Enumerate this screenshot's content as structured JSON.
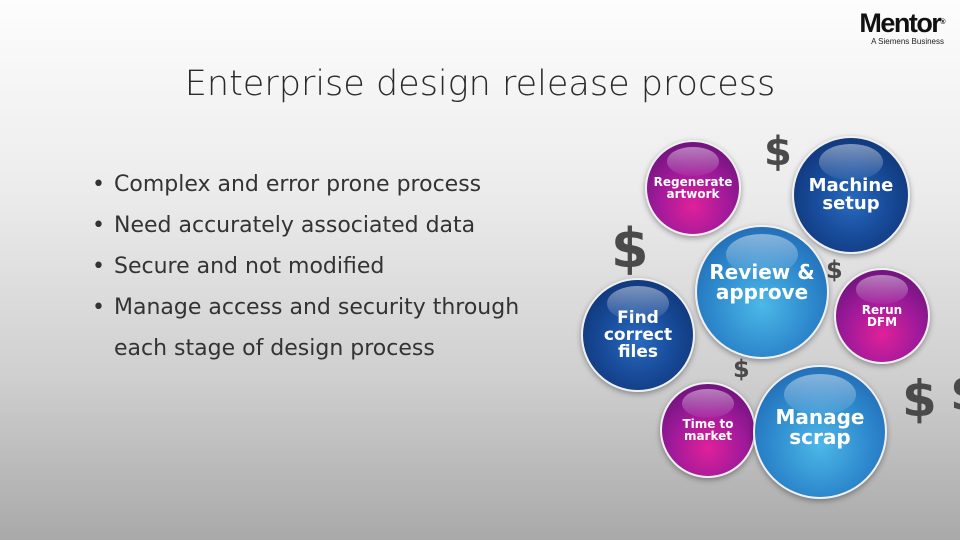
{
  "logo": {
    "brand": "Mentor",
    "registered": "®",
    "tagline": "A Siemens Business"
  },
  "title": "Enterprise design release process",
  "bullets": [
    "Complex and error prone process",
    "Need accurately associated data",
    "Secure and not modified",
    "Manage access and security through",
    "each stage of design process"
  ],
  "diagram": {
    "currency_symbol": "$",
    "bubbles": [
      {
        "label_lines": [
          "Regenerate",
          "artwork"
        ],
        "color": "purple"
      },
      {
        "label_lines": [
          "Machine",
          "setup"
        ],
        "color": "navy"
      },
      {
        "label_lines": [
          "Review &",
          "approve"
        ],
        "color": "sky"
      },
      {
        "label_lines": [
          "Find",
          "correct",
          "files"
        ],
        "color": "navy"
      },
      {
        "label_lines": [
          "Rerun",
          "DFM"
        ],
        "color": "purple"
      },
      {
        "label_lines": [
          "Time to",
          "market"
        ],
        "color": "purple"
      },
      {
        "label_lines": [
          "Manage",
          "scrap"
        ],
        "color": "sky"
      }
    ]
  }
}
